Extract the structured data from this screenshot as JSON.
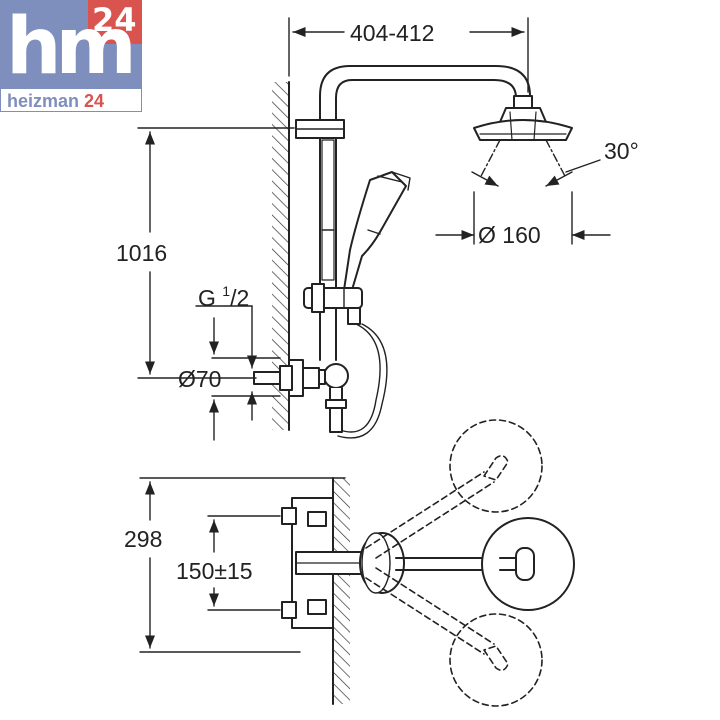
{
  "logo": {
    "brand_mark": "hm",
    "brand_number": "24",
    "wordmark_part1": "heizman",
    "wordmark_part2": "24",
    "brand_colors": {
      "blue": "#7f8fbd",
      "red": "#d9534f"
    }
  },
  "dimensions": {
    "arm_width": "404-412",
    "head_angle": "30°",
    "head_diameter": "Ø 160",
    "height": "1016",
    "thread_base": "G",
    "thread_num": "1",
    "thread_den": "/2",
    "escutcheon_diameter": "Ø70",
    "depth": "298",
    "center_distance": "150±15"
  },
  "colors": {
    "line": "#222222",
    "hatch": "#333333"
  }
}
